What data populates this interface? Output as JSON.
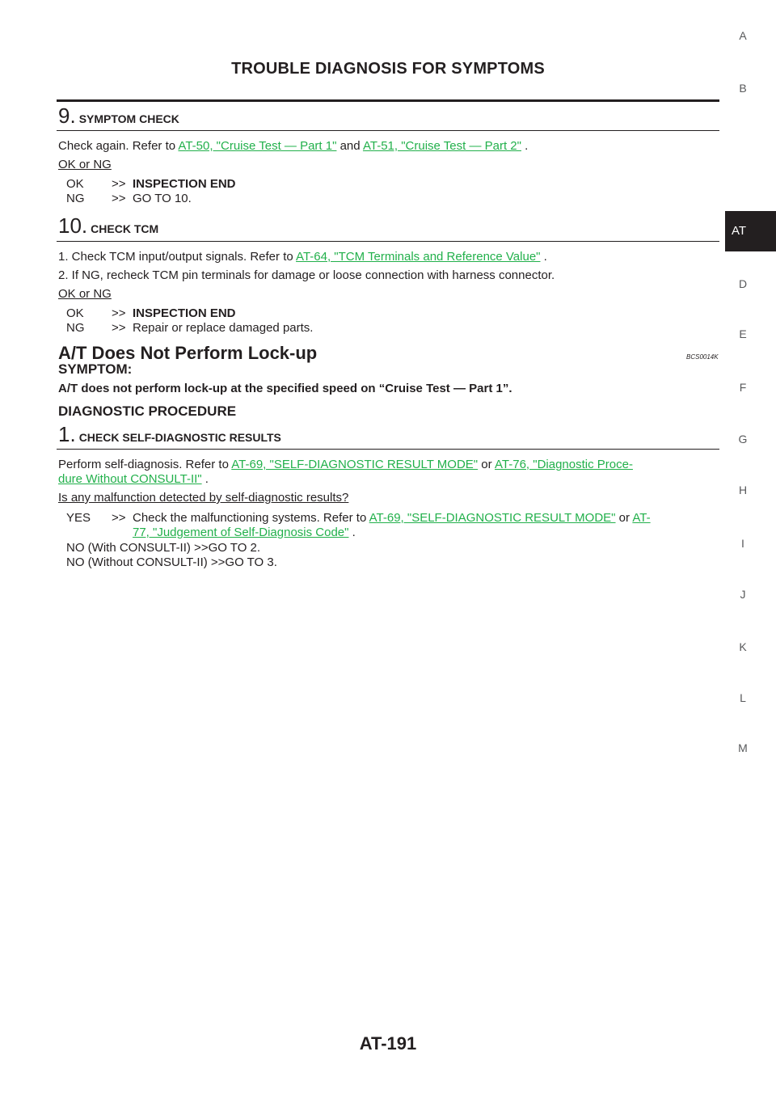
{
  "header": {
    "title": "TROUBLE DIAGNOSIS FOR SYMPTOMS"
  },
  "footer": {
    "page": "AT-191"
  },
  "side_index": {
    "letters": [
      "A",
      "B",
      "AT",
      "D",
      "E",
      "F",
      "G",
      "H",
      "I",
      "J",
      "K",
      "L",
      "M"
    ],
    "active": "AT"
  },
  "step9": {
    "number": "9.",
    "title": "SYMPTOM CHECK",
    "line_prefix": "Check again. Refer to ",
    "link1": "AT-50, \"Cruise Test — Part 1\"",
    "mid": " and ",
    "link2": "AT-51, \"Cruise Test — Part 2\"",
    "suffix": " .",
    "ok_ng": "OK or NG",
    "ok_label": "OK",
    "ok_arrow": ">>",
    "ok_text": "INSPECTION END",
    "ng_label": "NG",
    "ng_arrow": ">>",
    "ng_text": "GO TO 10."
  },
  "step10": {
    "number": "10.",
    "title": "CHECK TCM",
    "item1_prefix": "1.  Check TCM input/output signals. Refer to ",
    "item1_link": "AT-64, \"TCM Terminals and Reference Value\"",
    "item1_suffix": " .",
    "item2": "2.  If NG, recheck TCM pin terminals for damage or loose connection with harness connector.",
    "ok_ng": "OK or NG",
    "ok_label": "OK",
    "ok_arrow": ">>",
    "ok_text": "INSPECTION END",
    "ng_label": "NG",
    "ng_arrow": ">>",
    "ng_text": "Repair or replace damaged parts."
  },
  "section": {
    "title": "A/T Does Not Perform Lock-up",
    "code": "BCS0014K",
    "symptom_label": "SYMPTOM:",
    "symptom_text": "A/T does not perform lock-up at the specified speed on “Cruise Test — Part 1”.",
    "procedure_label": "DIAGNOSTIC PROCEDURE"
  },
  "step1": {
    "number": "1.",
    "title": "CHECK SELF-DIAGNOSTIC RESULTS",
    "line1_prefix": "Perform self-diagnosis. Refer to ",
    "link1": "AT-69, \"SELF-DIAGNOSTIC RESULT MODE\"",
    "mid": " or ",
    "link2a": "AT-76, \"Diagnostic Proce-",
    "link2b": "dure Without CONSULT-II\"",
    "suffix": " .",
    "question": "Is any malfunction detected by self-diagnostic results?",
    "yes_label": "YES",
    "yes_arrow": ">>",
    "yes_prefix": "Check the malfunctioning systems. Refer to ",
    "yes_link1": "AT-69, \"SELF-DIAGNOSTIC RESULT MODE\"",
    "yes_mid": " or ",
    "yes_link2a": "AT-",
    "yes_link2b": "77, \"Judgement of Self-Diagnosis Code\"",
    "yes_suffix": " .",
    "no1": "NO (With CONSULT-II) >>GO TO 2.",
    "no2": "NO (Without CONSULT-II) >>GO TO 3."
  }
}
